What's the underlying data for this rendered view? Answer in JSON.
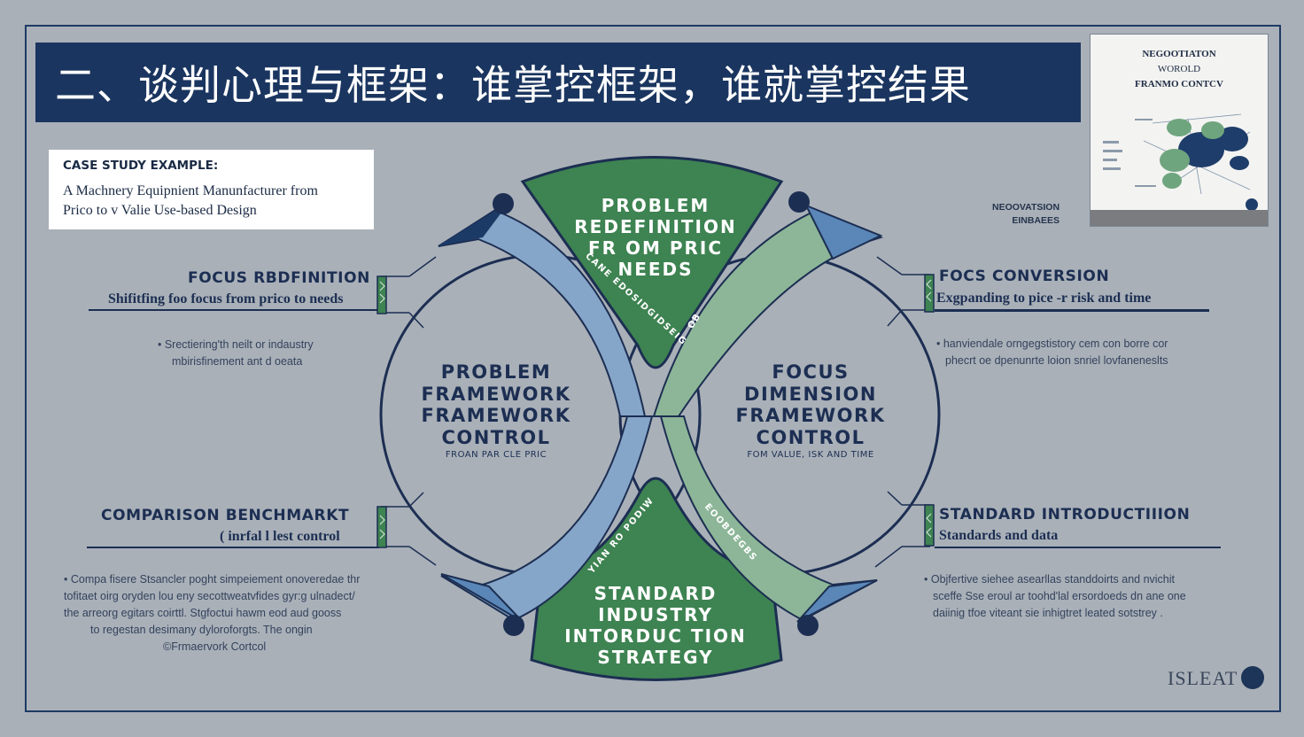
{
  "title": "二、谈判心理与框架：谁掌控框架，谁就掌控结果",
  "case_study": {
    "heading": "CASE STUDY EXAMPLE:",
    "line1": "A Machnery Equipnient Manunfacturer from",
    "line2": "Prico to v Valie Use-based Design"
  },
  "thumbnail": {
    "title_line1": "NEGOOTIATON",
    "title_line2": "WOROLD",
    "title_line3": "FRANMO CONTCV",
    "caption_line1": "NEOOVATSION",
    "caption_line2": "EINBAEES"
  },
  "left_top": {
    "title": "FOCUS RBDFINITION",
    "subtitle": "Shifitfing foo focus from prico to needs",
    "body_line1": "•  Srectiering'th neilt or indaustry",
    "body_line2": "mbirisfinement ant d oeata"
  },
  "left_bottom": {
    "title": "COMPARISON BENCHMARKT",
    "subtitle": "( inrfal l lest control",
    "body_line1": "•  Compa fisere Stsancler poght simpeiement onoveredae thr",
    "body_line2": "tofitaet oirg oryden lou eny secottweatvfides gyr:g ulnadect/",
    "body_line3": "the arreorg egitars coirttl. Stgfoctui hawm eod aud gooss",
    "body_line4": "to  regestan desimany dyloroforgts.  The ongin",
    "body_line5": "©Frmaervork Cortcol"
  },
  "right_top": {
    "title": "FOCS CONVERSION",
    "subtitle": "Exgpanding to pice  -r risk and time",
    "body_line1": "•  hanviendale orngegstistory cem con borre cor",
    "body_line2": "phecrt oe dpenunrte loion snriel lovfaneneslts"
  },
  "right_bottom": {
    "title": "STANDARD INTRODUCTIIION",
    "subtitle": "Standards and data",
    "body_line1": "•  Objfertive siehee asearllas standdoirts  and nvichit",
    "body_line2": "sceffe Sse eroul ar toohd'lal ersordoeds dn ane one",
    "body_line3": "daiinig tfoe viteant sie inhigtret leated sotstrey ."
  },
  "center_left": {
    "line1": "PROBLEM",
    "line2": "FRAMEWORK",
    "line3": "FRAMEWORK",
    "line4": "CONTROL",
    "small": "FROAN PAR CLE PRIC"
  },
  "center_right": {
    "line1": "FOCUS",
    "line2": "DIMENSION",
    "line3": "FRAMEWORK",
    "line4": "CONTROL",
    "small": "FOM VALUE, ISK AND TIME"
  },
  "top_segment": {
    "line1": "PROBLEM",
    "line2": "REDEFINITION",
    "line3": "FR OM PRIC",
    "line4": "NEEDS"
  },
  "bottom_segment": {
    "line1": "STANDARD",
    "line2": "INDUSTRY",
    "line3": "INTORDUC TION",
    "line4": "STRATEGY"
  },
  "arc_text": {
    "upper_left": "CANE EDOSIDGIDSEIG",
    "lower_left": "YIAN RO PODIW",
    "lower_right": "EOOBDEGBS",
    "upper_right": "OB"
  },
  "logo": "ISLEAT",
  "colors": {
    "background": "#a9b0b8",
    "navy": "#1a355f",
    "green": "#3e8352",
    "light_green": "#8cb697",
    "blue": "#5a87b8",
    "light_blue": "#86a6c9"
  }
}
